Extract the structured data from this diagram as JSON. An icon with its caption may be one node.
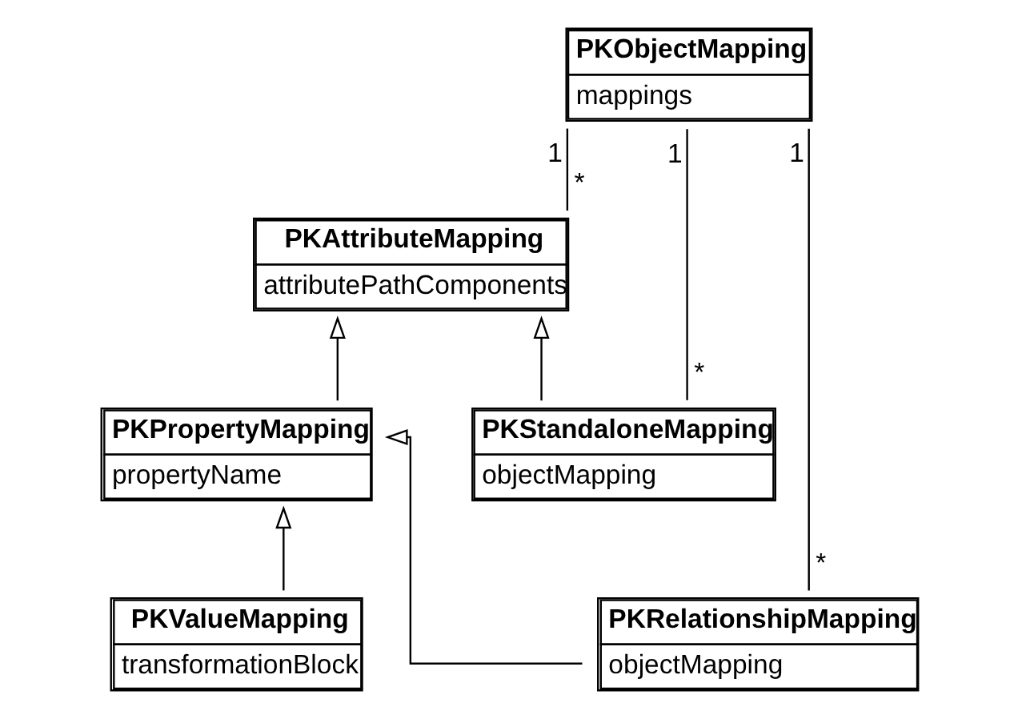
{
  "diagram": {
    "nodes": [
      {
        "text": [
          "PKObjectMapping",
          "mappings"
        ]
      },
      {
        "text": [
          "PKAttributeMapping",
          "attributePathComponents"
        ]
      },
      {
        "text": [
          "PKPropertyMapping",
          "propertyName"
        ]
      },
      {
        "text": [
          "PKStandaloneMapping",
          "objectMapping"
        ]
      },
      {
        "text": [
          "PKValueMapping",
          "transformationBlock"
        ]
      },
      {
        "text": [
          "PKRelationshipMapping",
          "objectMapping"
        ]
      }
    ],
    "edges": [
      {
        "from": 0,
        "to": 1,
        "arrow": "none"
      },
      {
        "from": 2,
        "to": 1,
        "arrow": "to"
      },
      {
        "from": 3,
        "to": 1,
        "arrow": "to"
      },
      {
        "from": 4,
        "to": 2,
        "arrow": "to"
      },
      {
        "from": 5,
        "to": 2,
        "arrow": "to"
      },
      {
        "from": 0,
        "to": 3,
        "arrow": "none"
      },
      {
        "from": 0,
        "to": 5,
        "arrow": "none"
      }
    ],
    "labels": [
      "1",
      "1",
      "1",
      "*",
      "*",
      "*"
    ]
  }
}
